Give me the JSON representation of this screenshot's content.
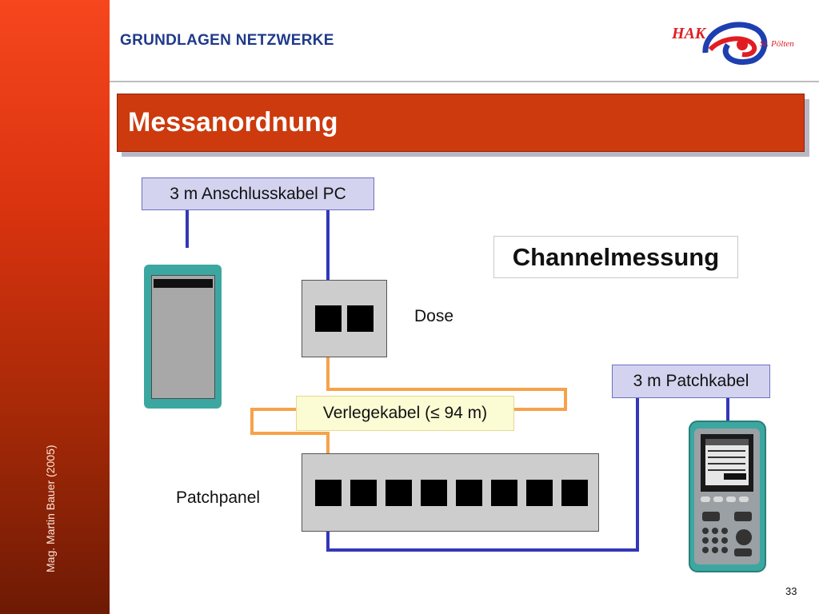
{
  "sidebar": {
    "credit": "Mag. Martin Bauer (2005)",
    "color": "#d8330f"
  },
  "header": {
    "title": "GRUNDLAGEN NETZWERKE"
  },
  "logo": {
    "text_left": "HAK",
    "text_right": "St. Pölten"
  },
  "section": {
    "title": "Messanordnung",
    "color": "#cc3a0e"
  },
  "diagram": {
    "pc_cable_label": "3 m Anschlusskabel PC",
    "channel_label": "Channelmessung",
    "dose_label": "Dose",
    "patchcable_label": "3 m Patchkabel",
    "verlegekabel_label": "Verlegekabel (≤ 94 m)",
    "patchpanel_label": "Patchpanel",
    "cable_colors": {
      "blue": "#3237b8",
      "orange": "#f6a24a"
    },
    "dose_ports": 2,
    "patchpanel_ports": 8
  },
  "footer": {
    "page_number": "33"
  }
}
